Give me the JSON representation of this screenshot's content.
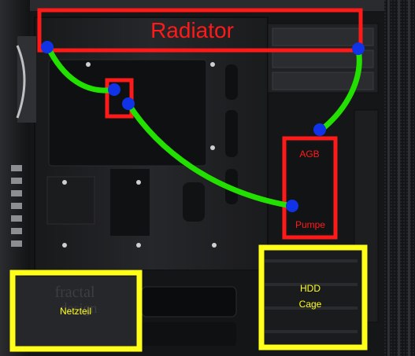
{
  "labels": {
    "radiator": "Radiator",
    "agb": "AGB",
    "pumpe": "Pumpe",
    "hdd_line1": "HDD",
    "hdd_line2": "Cage",
    "netzteil": "Netzteil",
    "logo_text_line1": "fractal",
    "logo_text_line2": "design"
  },
  "colors": {
    "annotation_red": "#ff1a1a",
    "annotation_yellow": "#ffff1a",
    "tube_green": "#22e000",
    "fitting_blue": "#1033e8",
    "case_dark": "#1c1d1f",
    "case_panel": "#242528"
  }
}
